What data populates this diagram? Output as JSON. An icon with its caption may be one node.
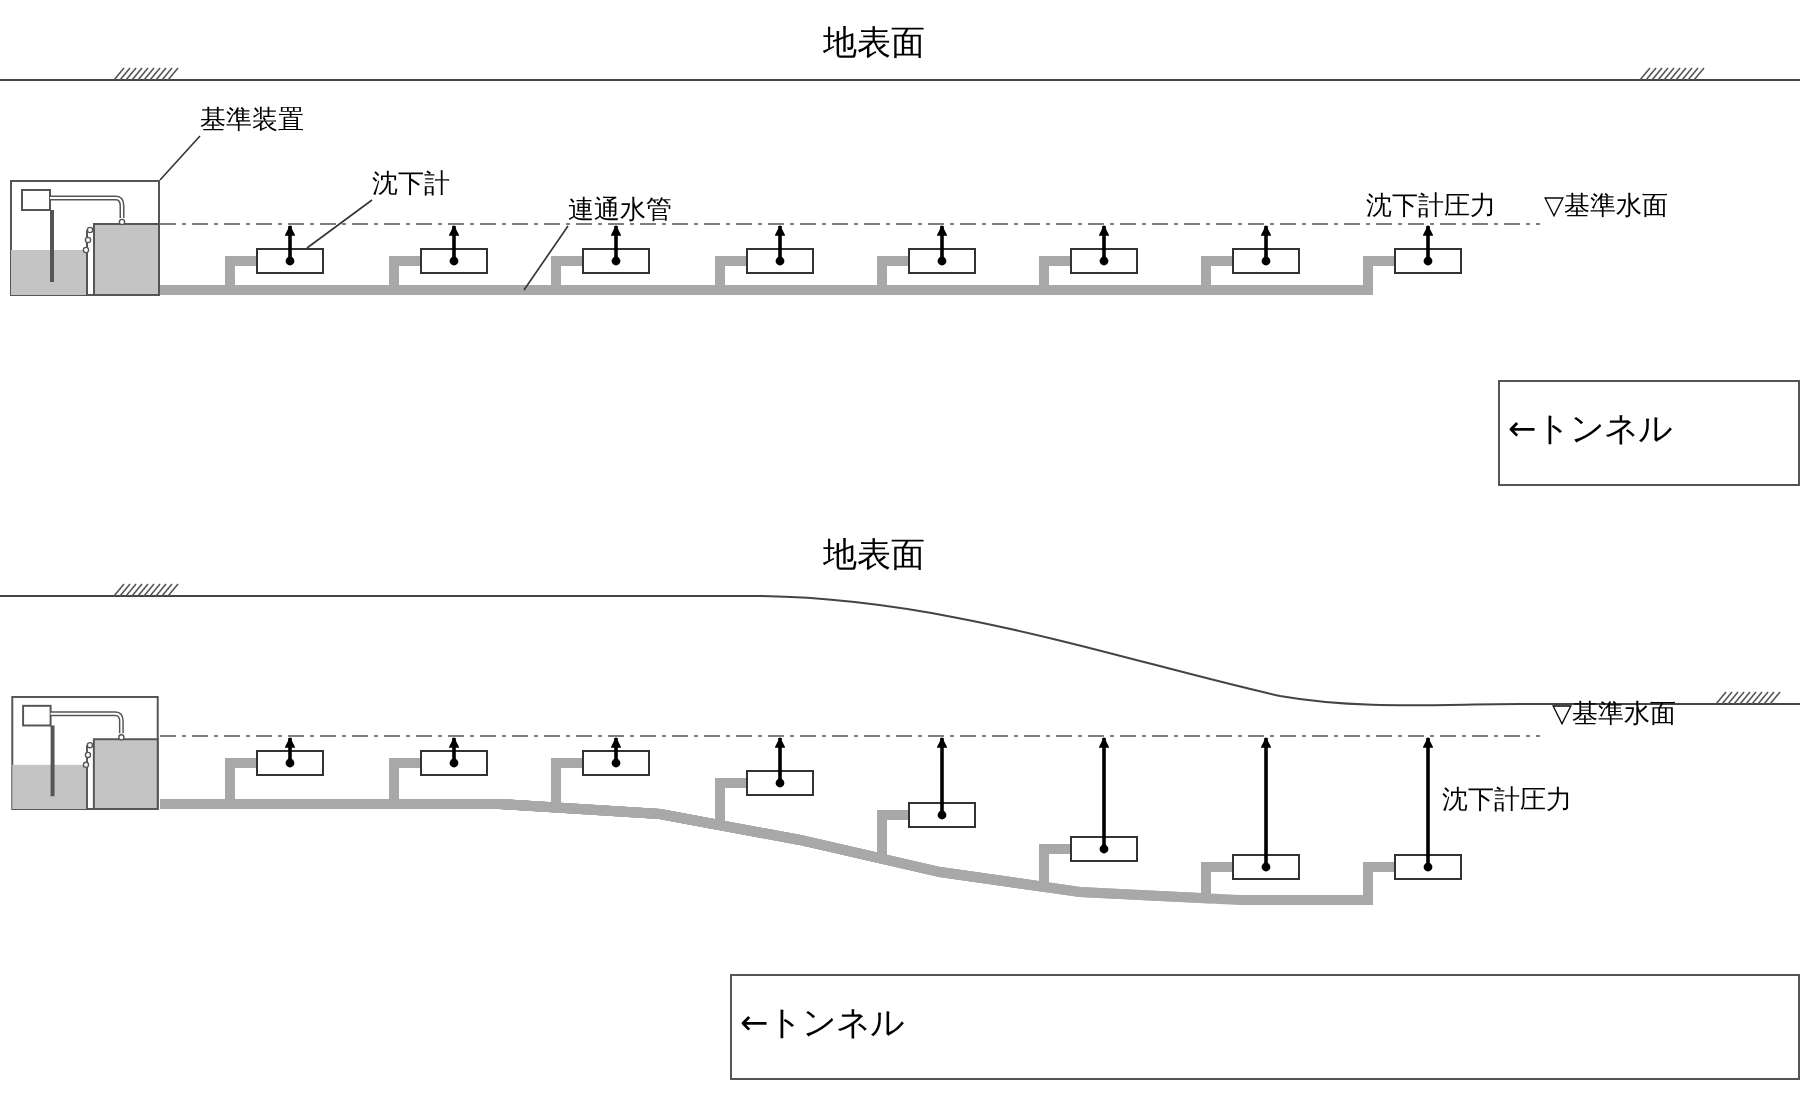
{
  "diagram": {
    "nodes": [
      {
        "text": [
          "基準装置"
        ]
      },
      {
        "text": [],
        "shape": "box"
      },
      {
        "text": [
          "沈下計"
        ]
      },
      {
        "text": [
          "連通水管"
        ]
      },
      {
        "text": [],
        "shape": "box"
      },
      {
        "text": [],
        "shape": "box"
      },
      {
        "text": [],
        "shape": "box"
      },
      {
        "text": [],
        "shape": "box"
      },
      {
        "text": [],
        "shape": "box"
      },
      {
        "text": [],
        "shape": "box"
      },
      {
        "text": [],
        "shape": "box"
      },
      {
        "text": [],
        "shape": "box"
      },
      {
        "text": [
          "←トンネル"
        ]
      },
      {
        "text": [],
        "shape": "box"
      },
      {
        "text": [],
        "shape": "box"
      },
      {
        "text": [],
        "shape": "box"
      },
      {
        "text": [],
        "shape": "box"
      },
      {
        "text": [],
        "shape": "box"
      },
      {
        "text": [],
        "shape": "box"
      },
      {
        "text": [],
        "shape": "box"
      },
      {
        "text": [],
        "shape": "box"
      },
      {
        "text": [],
        "shape": "box"
      },
      {
        "text": [
          "←トンネル"
        ]
      }
    ],
    "edges": [
      {
        "from": 0,
        "to": 1,
        "arrow": "none",
        "color": "#333333"
      },
      {
        "from": 2,
        "to": 4,
        "arrow": "none",
        "color": "#333333"
      },
      {
        "from": 3,
        "to": null,
        "arrow": "none",
        "color": "#333333"
      },
      {
        "from": 1,
        "to": 4,
        "arrow": "none"
      },
      {
        "from": 1,
        "to": 5,
        "arrow": "none"
      },
      {
        "from": 1,
        "to": 6,
        "arrow": "none"
      },
      {
        "from": 1,
        "to": 7,
        "arrow": "none"
      },
      {
        "from": 1,
        "to": 8,
        "arrow": "none"
      },
      {
        "from": 1,
        "to": 9,
        "arrow": "none"
      },
      {
        "from": 1,
        "to": 10,
        "arrow": "none"
      },
      {
        "from": 1,
        "to": 11,
        "arrow": "none"
      },
      {
        "from": 13,
        "to": 14,
        "arrow": "none"
      },
      {
        "from": 13,
        "to": 15,
        "arrow": "none"
      },
      {
        "from": 13,
        "to": 16,
        "arrow": "none"
      },
      {
        "from": 13,
        "to": 17,
        "arrow": "none"
      },
      {
        "from": 13,
        "to": 18,
        "arrow": "none"
      },
      {
        "from": 13,
        "to": 19,
        "arrow": "none"
      },
      {
        "from": 13,
        "to": 20,
        "arrow": "none"
      },
      {
        "from": 13,
        "to": 21,
        "arrow": "none"
      }
    ],
    "labels": [
      "地表面",
      "沈下計圧力",
      "▽基準水面",
      "地表面",
      "▽基準水面",
      "沈下計圧力"
    ]
  }
}
